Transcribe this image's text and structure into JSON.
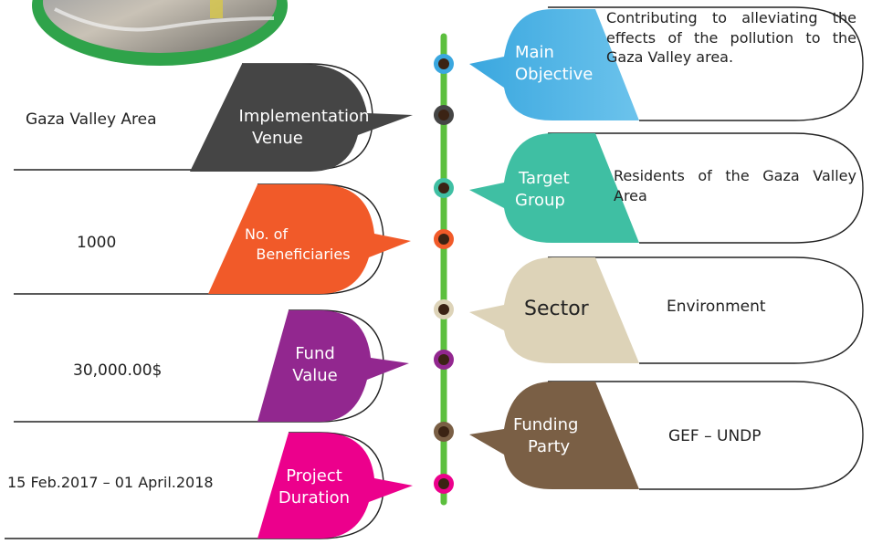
{
  "colors": {
    "timeline_line": "#5cbf3e",
    "implementation_venue": "#454545",
    "beneficiaries": "#f15a29",
    "fund_value": "#92278f",
    "project_duration": "#ec008c",
    "main_objective": "#3aa7df",
    "target_group": "#3fbfa3",
    "sector": "#ddd3b8",
    "funding_party": "#7a5f45",
    "header_image_ring": "#2fa34a",
    "dot_center": "#3b2314"
  },
  "left": {
    "implementation_venue": {
      "label_line1": "Implementation",
      "label_line2": "Venue",
      "value": "Gaza Valley Area"
    },
    "beneficiaries": {
      "label_line1": "No. of",
      "label_line2": "Beneficiaries",
      "value": "1000"
    },
    "fund_value": {
      "label_line1": "Fund",
      "label_line2": "Value",
      "value": "30,000.00$"
    },
    "project_duration": {
      "label_line1": "Project",
      "label_line2": "Duration",
      "value": "15 Feb.2017 – 01 April.2018"
    }
  },
  "right": {
    "main_objective": {
      "label_line1": "Main",
      "label_line2": "Objective",
      "value": "Contributing to alleviating the effects of the pollution to the Gaza Valley area."
    },
    "target_group": {
      "label_line1": "Target",
      "label_line2": "Group",
      "value": "Residents of the Gaza Valley Area"
    },
    "sector": {
      "label": "Sector",
      "value": "Environment"
    },
    "funding_party": {
      "label_line1": "Funding",
      "label_line2": "Party",
      "value": "GEF – UNDP"
    }
  },
  "header_image": {
    "icon": "project-photo"
  }
}
